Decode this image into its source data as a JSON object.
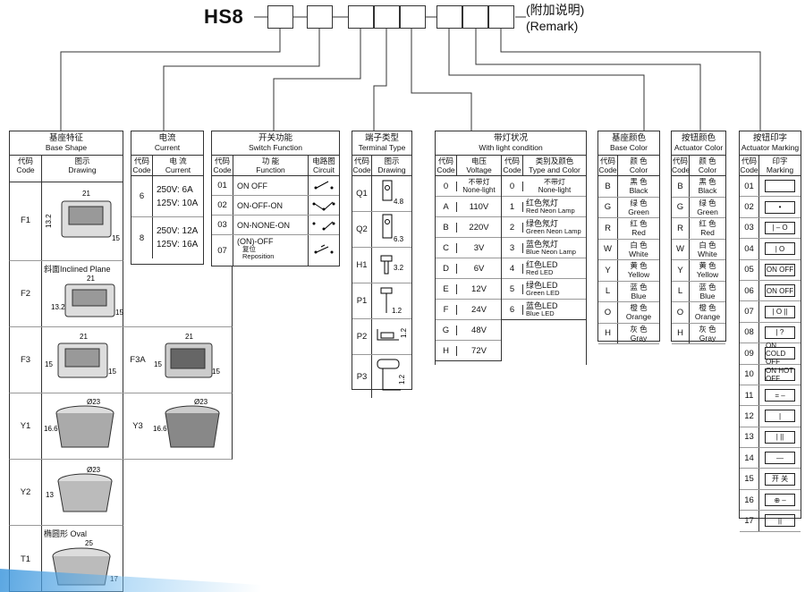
{
  "header": {
    "model_prefix": "HS8",
    "remark_cn": "(附加说明)",
    "remark_en": "(Remark)"
  },
  "base_shape": {
    "title_cn": "基座特征",
    "title_en": "Base Shape",
    "col_code_cn": "代码",
    "col_code_en": "Code",
    "col_drawing_cn": "图示",
    "col_drawing_en": "Drawing",
    "rows": [
      {
        "code": "F1",
        "dims": [
          "21",
          "13.2",
          "15"
        ]
      },
      {
        "code": "F2",
        "note": "斜面Inclined Plane",
        "dims": [
          "21",
          "13.2",
          "15"
        ]
      },
      {
        "code": "F3",
        "dims": [
          "21",
          "15",
          "15"
        ]
      },
      {
        "code": "F3A",
        "dims": [
          "21",
          "15",
          "15"
        ]
      },
      {
        "code": "Y1",
        "dims": [
          "Ø23",
          "16.6"
        ]
      },
      {
        "code": "Y3",
        "dims": [
          "Ø23",
          "16.6"
        ]
      },
      {
        "code": "Y2",
        "dims": [
          "Ø23",
          "13"
        ]
      },
      {
        "code": "T1",
        "note": "椭圆形 Oval",
        "dims": [
          "25",
          "17"
        ]
      }
    ]
  },
  "current": {
    "title_cn": "电流",
    "title_en": "Current",
    "col_code_cn": "代码",
    "col_code_en": "Code",
    "col_current_cn": "电 流",
    "col_current_en": "Current",
    "rows": [
      {
        "code": "6",
        "line1": "250V:  6A",
        "line2": "125V: 10A"
      },
      {
        "code": "8",
        "line1": "250V: 12A",
        "line2": "125V: 16A"
      }
    ]
  },
  "switch_function": {
    "title_cn": "开关功能",
    "title_en": "Switch Function",
    "col_code_cn": "代码",
    "col_code_en": "Code",
    "col_function_cn": "功 能",
    "col_function_en": "Function",
    "col_circuit_cn": "电路图",
    "col_circuit_en": "Circuit",
    "rows": [
      {
        "code": "01",
        "function": "ON OFF"
      },
      {
        "code": "02",
        "function": "ON-OFF-ON"
      },
      {
        "code": "03",
        "function": "ON-NONE-ON"
      },
      {
        "code": "07",
        "function": "(ON)-OFF",
        "sub_cn": "复位",
        "sub_en": "Reposition"
      }
    ]
  },
  "terminal_type": {
    "title_cn": "端子类型",
    "title_en": "Terminal Type",
    "col_code_cn": "代码",
    "col_code_en": "Code",
    "col_drawing_cn": "图示",
    "col_drawing_en": "Drawing",
    "rows": [
      {
        "code": "Q1",
        "dim": "4.8"
      },
      {
        "code": "Q2",
        "dim": "6.3"
      },
      {
        "code": "H1",
        "dim": "3.2"
      },
      {
        "code": "P1",
        "dim": "1.2"
      },
      {
        "code": "P2",
        "dim": "1.2"
      },
      {
        "code": "P3",
        "dim": "1.2"
      }
    ]
  },
  "light_condition": {
    "title_cn": "带灯状况",
    "title_en": "With light condition",
    "col_code_cn": "代码",
    "col_code_en": "Code",
    "col_voltage_cn": "电压",
    "col_voltage_en": "Voltage",
    "col_code2_cn": "代码",
    "col_code2_en": "Code",
    "col_type_cn": "类别及颜色",
    "col_type_en": "Type and Color",
    "voltage_rows": [
      {
        "code": "0",
        "value": "不带灯",
        "value2": "None-light"
      },
      {
        "code": "A",
        "value": "110V"
      },
      {
        "code": "B",
        "value": "220V"
      },
      {
        "code": "C",
        "value": "3V"
      },
      {
        "code": "D",
        "value": "6V"
      },
      {
        "code": "E",
        "value": "12V"
      },
      {
        "code": "F",
        "value": "24V"
      },
      {
        "code": "G",
        "value": "48V"
      },
      {
        "code": "H",
        "value": "72V"
      }
    ],
    "type_rows": [
      {
        "code": "0",
        "cn": "不带灯",
        "en": "None-light"
      },
      {
        "code": "1",
        "cn": "红色氖灯",
        "en": "Red Neon Lamp"
      },
      {
        "code": "2",
        "cn": "绿色氖灯",
        "en": "Green Neon Lamp"
      },
      {
        "code": "3",
        "cn": "蓝色氖灯",
        "en": "Blue Neon Lamp"
      },
      {
        "code": "4",
        "cn": "红色LED",
        "en": "Red LED"
      },
      {
        "code": "5",
        "cn": "绿色LED",
        "en": "Green LED"
      },
      {
        "code": "6",
        "cn": "蓝色LED",
        "en": "Blue LED"
      }
    ]
  },
  "base_color": {
    "title_cn": "基座颜色",
    "title_en": "Base Color",
    "col_code_cn": "代码",
    "col_code_en": "Code",
    "col_color_cn": "颜 色",
    "col_color_en": "Color",
    "rows": [
      {
        "code": "B",
        "cn": "黑  色",
        "en": "Black"
      },
      {
        "code": "G",
        "cn": "绿  色",
        "en": "Green"
      },
      {
        "code": "R",
        "cn": "红  色",
        "en": "Red"
      },
      {
        "code": "W",
        "cn": "白  色",
        "en": "White"
      },
      {
        "code": "Y",
        "cn": "黄  色",
        "en": "Yellow"
      },
      {
        "code": "L",
        "cn": "蓝  色",
        "en": "Blue"
      },
      {
        "code": "O",
        "cn": "橙  色",
        "en": "Orange"
      },
      {
        "code": "H",
        "cn": "灰  色",
        "en": "Gray"
      }
    ]
  },
  "actuator_color": {
    "title_cn": "按钮颜色",
    "title_en": "Actuator Color",
    "col_code_cn": "代码",
    "col_code_en": "Code",
    "col_color_cn": "颜 色",
    "col_color_en": "Color",
    "rows": [
      {
        "code": "B",
        "cn": "黑  色",
        "en": "Black"
      },
      {
        "code": "G",
        "cn": "绿  色",
        "en": "Green"
      },
      {
        "code": "R",
        "cn": "红  色",
        "en": "Red"
      },
      {
        "code": "W",
        "cn": "白  色",
        "en": "White"
      },
      {
        "code": "Y",
        "cn": "黄  色",
        "en": "Yellow"
      },
      {
        "code": "L",
        "cn": "蓝  色",
        "en": "Blue"
      },
      {
        "code": "O",
        "cn": "橙  色",
        "en": "Orange"
      },
      {
        "code": "H",
        "cn": "灰  色",
        "en": "Gray"
      }
    ]
  },
  "actuator_marking": {
    "title_cn": "按钮印字",
    "title_en": "Actuator Marking",
    "col_code_cn": "代码",
    "col_code_en": "Code",
    "col_marking_cn": "印字",
    "col_marking_en": "Marking",
    "rows": [
      {
        "code": "01",
        "mark": ""
      },
      {
        "code": "02",
        "mark": "•"
      },
      {
        "code": "03",
        "mark": "| – O"
      },
      {
        "code": "04",
        "mark": "| O"
      },
      {
        "code": "05",
        "mark": "ON OFF"
      },
      {
        "code": "06",
        "mark": "ON  OFF"
      },
      {
        "code": "07",
        "mark": "| O ||"
      },
      {
        "code": "08",
        "mark": "| ?"
      },
      {
        "code": "09",
        "mark": "ON COLD OFF"
      },
      {
        "code": "10",
        "mark": "ON HOT OFF"
      },
      {
        "code": "11",
        "mark": "= –"
      },
      {
        "code": "12",
        "mark": "|"
      },
      {
        "code": "13",
        "mark": "| ||"
      },
      {
        "code": "14",
        "mark": "—"
      },
      {
        "code": "15",
        "mark": "开 关"
      },
      {
        "code": "16",
        "mark": "⊕ –"
      },
      {
        "code": "17",
        "mark": "||"
      }
    ]
  }
}
